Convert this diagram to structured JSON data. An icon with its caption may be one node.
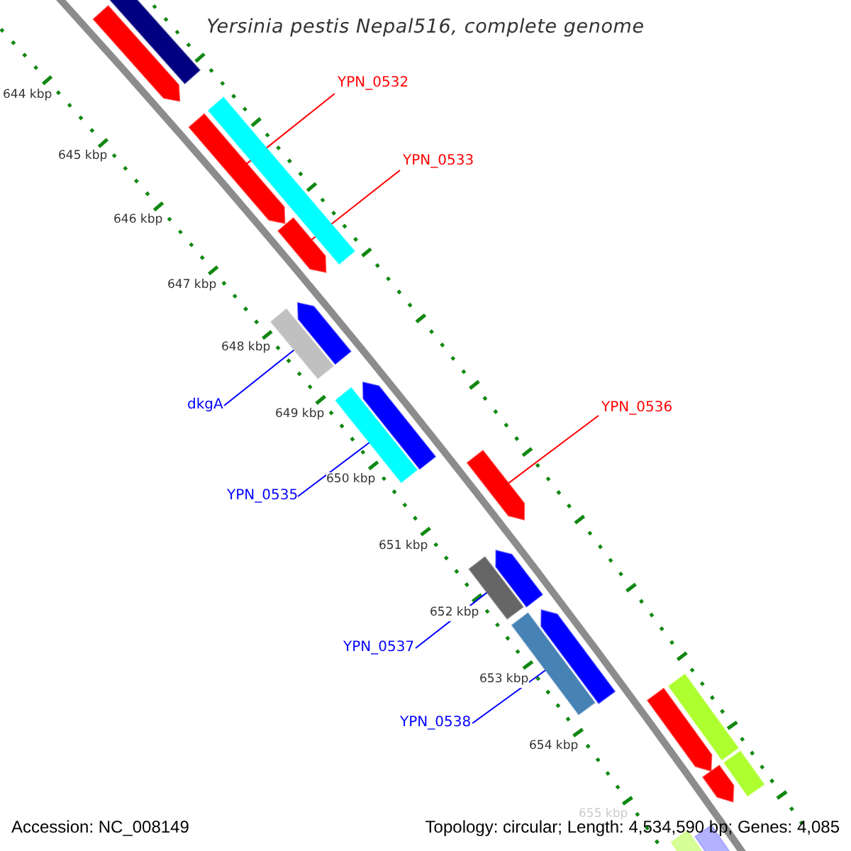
{
  "diagram": {
    "title": "Yersinia pestis Nepal516, complete genome",
    "nodes": [
      {
        "text": [
          "YPN_0532"
        ]
      },
      {
        "text": [
          "YPN_0533"
        ]
      },
      {
        "text": [
          "dkgA"
        ]
      },
      {
        "text": [
          "YPN_0536"
        ]
      },
      {
        "text": [
          "YPN_0535"
        ]
      },
      {
        "text": [
          "YPN_0537"
        ]
      },
      {
        "text": [
          "YPN_0538"
        ]
      },
      {
        "text": [],
        "shape": "bar"
      },
      {
        "text": [],
        "shape": "bar"
      },
      {
        "text": [],
        "shape": "bar"
      },
      {
        "text": [],
        "shape": "bar"
      },
      {
        "text": [],
        "shape": "bar"
      },
      {
        "text": [],
        "shape": "bar"
      },
      {
        "text": [],
        "shape": "bar"
      },
      {
        "text": [],
        "shape": "bar"
      },
      {
        "text": [],
        "shape": "bar"
      },
      {
        "text": [],
        "shape": "bar"
      },
      {
        "text": [],
        "shape": "bar"
      },
      {
        "text": [],
        "shape": "bar"
      },
      {
        "text": [],
        "shape": "bar"
      },
      {
        "text": [],
        "shape": "bar"
      },
      {
        "text": [],
        "shape": "bar"
      },
      {
        "text": [],
        "shape": "bar"
      },
      {
        "text": [],
        "shape": "bar"
      },
      {
        "text": [],
        "shape": "bar"
      },
      {
        "text": [],
        "shape": "bar"
      },
      {
        "text": [],
        "shape": "bar"
      }
    ],
    "edges": [
      {
        "from": 0,
        "to": 10,
        "arrow": "none",
        "color": "#ff0000"
      },
      {
        "from": 1,
        "to": 11,
        "arrow": "none",
        "color": "#ff0000"
      },
      {
        "from": 2,
        "to": 13,
        "arrow": "none"
      },
      {
        "from": 3,
        "to": 16,
        "arrow": "none",
        "color": "#ff0000"
      },
      {
        "from": 4,
        "to": 15,
        "arrow": "none"
      },
      {
        "from": 5,
        "to": 18,
        "arrow": "none"
      },
      {
        "from": 6,
        "to": 20,
        "arrow": "none"
      }
    ],
    "labels": [
      "644 kbp",
      "645 kbp",
      "646 kbp",
      "647 kbp",
      "648 kbp",
      "649 kbp",
      "650 kbp",
      "651 kbp",
      "652 kbp",
      "653 kbp",
      "654 kbp",
      "655 kbp",
      "Accession: NC_008149",
      "Topology: circular; Length: 4,534,590 bp; Genes: 4,085"
    ]
  }
}
